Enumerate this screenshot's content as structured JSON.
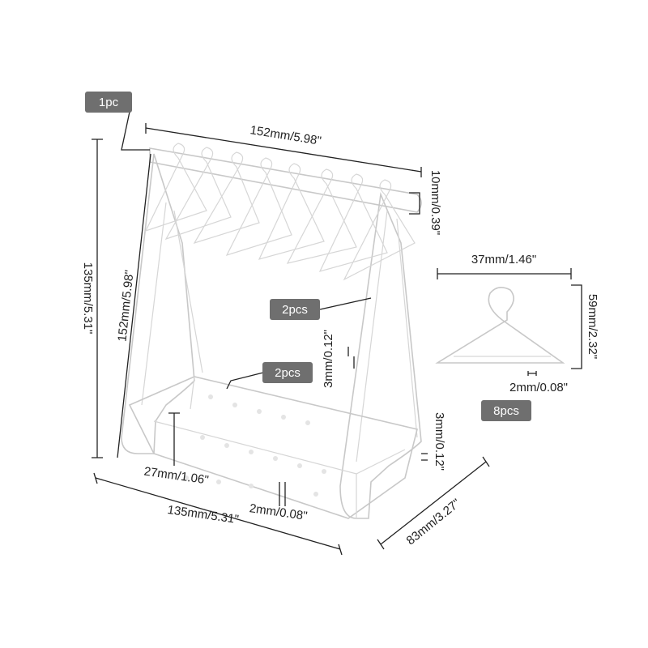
{
  "colors": {
    "badge": "#6f6f6f",
    "line": "#222222",
    "acrylic": "#c8c8c8"
  },
  "badges": {
    "rod": "1pc",
    "sides": "2pcs",
    "base": "2pcs",
    "hangers": "8pcs"
  },
  "dimensions": {
    "rod_length": "152mm/5.98\"",
    "rod_diameter": "10mm/0.39\"",
    "total_height": "135mm/5.31\"",
    "side_height": "152mm/5.98\"",
    "side_thickness": "3mm/0.12\"",
    "hanger_width": "37mm/1.46\"",
    "hanger_height": "59mm/2.32\"",
    "hanger_thickness": "2mm/0.08\"",
    "base_thickness": "3mm/0.12\"",
    "base_height": "27mm/1.06\"",
    "base_length": "135mm/5.31\"",
    "slot_width": "2mm/0.08\"",
    "base_depth": "83mm/3.27\""
  }
}
